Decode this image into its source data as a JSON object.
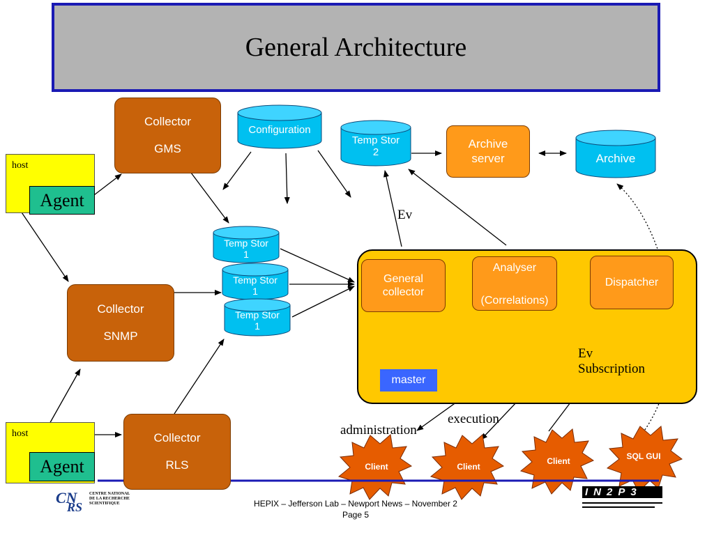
{
  "title": "General Architecture",
  "nodes": {
    "collector_gms": {
      "line1": "Collector",
      "line2": "GMS"
    },
    "collector_snmp": {
      "line1": "Collector",
      "line2": "SNMP"
    },
    "collector_rls": {
      "line1": "Collector",
      "line2": "RLS"
    },
    "host_top": {
      "host": "host",
      "agent": "Agent"
    },
    "host_bottom": {
      "host": "host",
      "agent": "Agent"
    },
    "configuration": "Configuration",
    "temp_stor_2": {
      "line1": "Temp Stor",
      "line2": "2"
    },
    "archive_server": {
      "line1": "Archive",
      "line2": "server"
    },
    "archive": "Archive",
    "temp_stor_1a": {
      "line1": "Temp Stor",
      "line2": "1"
    },
    "temp_stor_1b": {
      "line1": "Temp Stor",
      "line2": "1"
    },
    "temp_stor_1c": {
      "line1": "Temp Stor",
      "line2": "1"
    },
    "general_collector": {
      "line1": "General",
      "line2": "collector"
    },
    "analyser": {
      "line1": "Analyser",
      "line2": "(Correlations)"
    },
    "dispatcher": "Dispatcher",
    "master": "master",
    "clients": [
      "Client",
      "Client",
      "Client",
      "SQL GUI"
    ]
  },
  "labels": {
    "ev_top": "Ev",
    "ev_subscription_1": "Ev",
    "ev_subscription_2": "Subscription",
    "administration": "administration",
    "execution": "execution"
  },
  "footer": {
    "line1": "HEPIX – Jefferson Lab – Newport News – November 2",
    "line2": "Page 5"
  },
  "logos": {
    "cnrs_text": [
      "CENTRE NATIONAL",
      "DE LA RECHERCHE",
      "SCIENTIFIQUE"
    ],
    "in2p3_text": "IN2P3"
  },
  "colors": {
    "title_bg": "#b3b3b3",
    "title_border": "#1a1ab4",
    "collector": "#c8620a",
    "cylinder": "#00c0f0",
    "master_bg": "#ffc800",
    "master_box": "#ff9a1a",
    "host": "#ffff00",
    "agent": "#1fbf8f",
    "client": "#e65c00"
  }
}
